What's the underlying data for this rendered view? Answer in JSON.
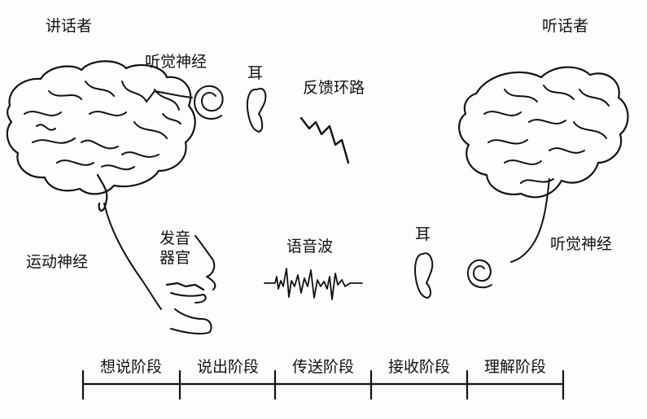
{
  "labels": {
    "speaker": "讲话者",
    "listener": "听话者",
    "auditory_nerve_left": "听觉神经",
    "ear_top": "耳",
    "feedback_loop": "反馈环路",
    "motor_nerve": "运动神经",
    "vocal_organ_line1": "发音",
    "vocal_organ_line2": "器官",
    "sound_wave": "语音波",
    "ear_right": "耳",
    "auditory_nerve_right": "听觉神经"
  },
  "stages": [
    "想说阶段",
    "说出阶段",
    "传送阶段",
    "接收阶段",
    "理解阶段"
  ]
}
